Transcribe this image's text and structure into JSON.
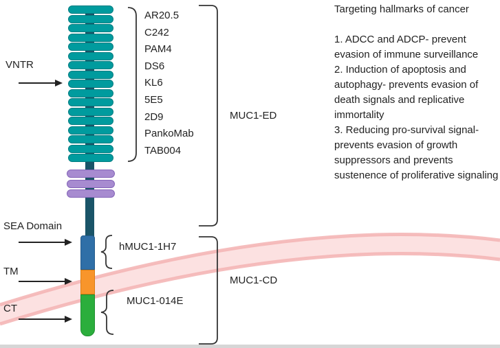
{
  "protein": {
    "left_labels": {
      "vntr": "VNTR",
      "sea": "SEA Domain",
      "tm": "TM",
      "ct": "CT"
    },
    "antibodies": [
      "AR20.5",
      "C242",
      "PAM4",
      "DS6",
      "KL6",
      "5E5",
      "2D9",
      "PankoMab",
      "TAB004"
    ],
    "regions": {
      "ed": "MUC1-ED",
      "h1h7": "hMUC1-1H7",
      "cd": "MUC1-CD",
      "m014e": "MUC1-014E"
    }
  },
  "hallmarks": {
    "title": "Targeting hallmarks of cancer",
    "items": [
      "1. ADCC and ADCP- prevent evasion of immune surveillance",
      "2. Induction of apoptosis and autophagy- prevents evasion of death signals and replicative immortality",
      "3. Reducing pro-survival signal- prevents evasion of growth suppressors and prevents sustenence of proliferative signaling"
    ]
  },
  "colors": {
    "vntr_teal": "#009B9E",
    "stem_dark": "#1A5468",
    "sea_purple": "#A78BD0",
    "segment_blue": "#2F6FA7",
    "segment_orange": "#F8952B",
    "segment_green": "#2BAE3C",
    "membrane_pink": "#F4B6B6",
    "ink": "#222222"
  }
}
